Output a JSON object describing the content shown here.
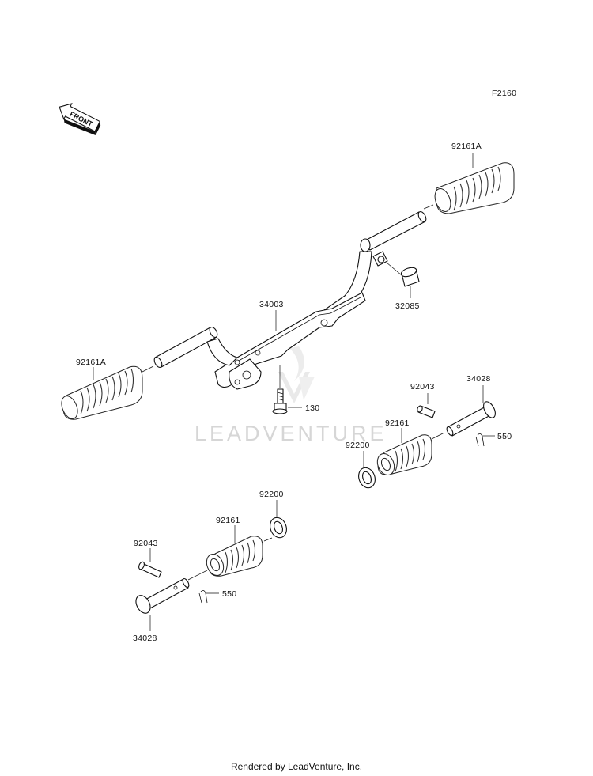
{
  "figure_code": "F2160",
  "direction_label": "FRONT",
  "watermark": "LEADVENTURE",
  "footer": "Rendered by LeadVenture, Inc.",
  "callouts": {
    "footrest_rubber_upper_right": "92161A",
    "footrest_rubber_left": "92161A",
    "footrest_bar": "34003",
    "cap": "32085",
    "bolt": "130",
    "pin_right": "92043",
    "clevis_pin_right": "34028",
    "rubber_right": "92161",
    "washer_right": "92200",
    "cotter_right": "550",
    "washer_lower": "92200",
    "rubber_lower": "92161",
    "pin_lower": "92043",
    "cotter_lower": "550",
    "clevis_pin_lower": "34028"
  }
}
